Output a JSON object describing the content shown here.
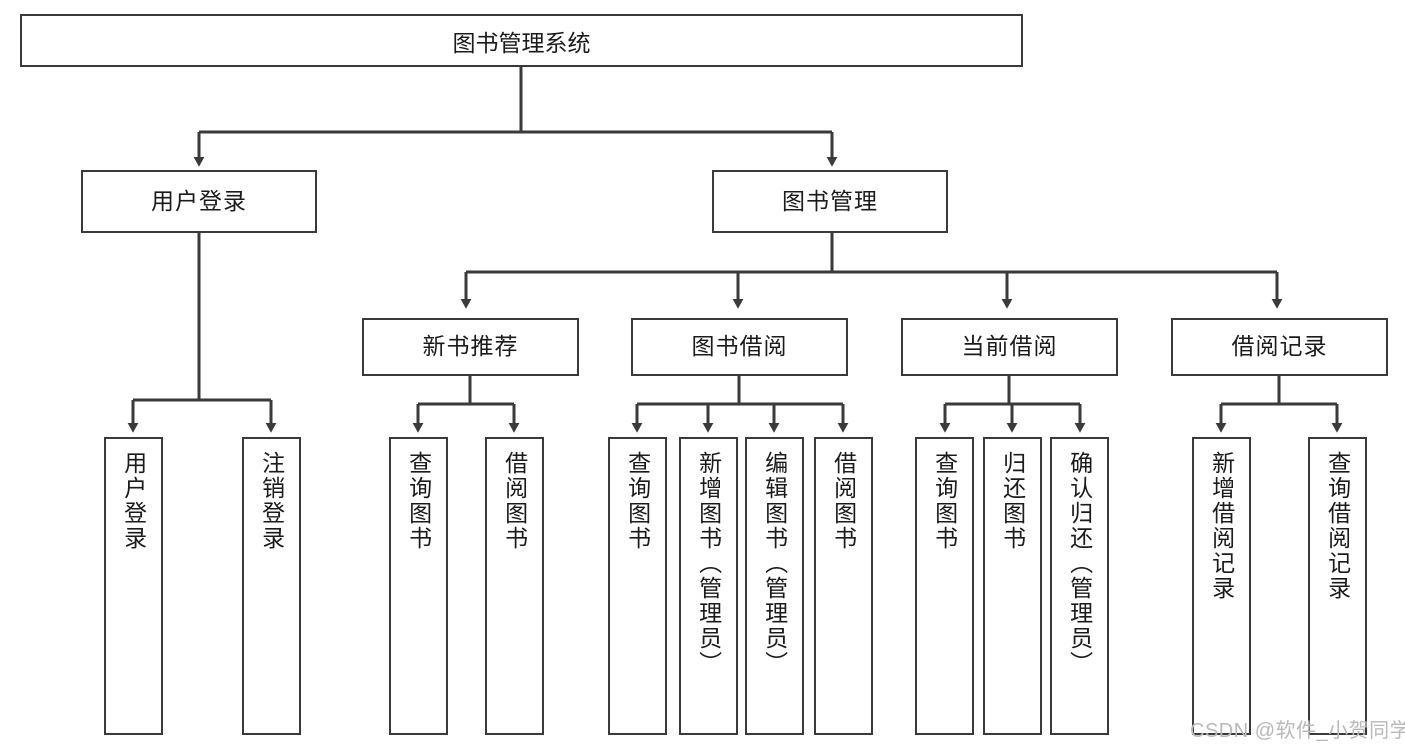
{
  "diagram": {
    "title": "图书管理系统",
    "type": "tree-hierarchy",
    "orientation": "top-down",
    "colors": {
      "box_border": "#3a3a3a",
      "box_fill": "#ffffff",
      "connector": "#3a3a3a",
      "text": "#1b1b1b",
      "watermark": "#b9b9b9",
      "background": "#ffffff"
    },
    "root": {
      "label": "图书管理系统"
    },
    "level2": [
      {
        "label": "用户登录"
      },
      {
        "label": "图书管理"
      }
    ],
    "level3": [
      {
        "label": "新书推荐"
      },
      {
        "label": "图书借阅"
      },
      {
        "label": "当前借阅"
      },
      {
        "label": "借阅记录"
      }
    ],
    "leaves": {
      "user_login": [
        {
          "label": "用户登录"
        },
        {
          "label": "注销登录"
        }
      ],
      "new_book_recommend": [
        {
          "label": "查询图书"
        },
        {
          "label": "借阅图书"
        }
      ],
      "book_borrow": [
        {
          "label": "查询图书"
        },
        {
          "label": "新增图书（管理员）"
        },
        {
          "label": "编辑图书（管理员）"
        },
        {
          "label": "借阅图书"
        }
      ],
      "current_borrow": [
        {
          "label": "查询图书"
        },
        {
          "label": "归还图书"
        },
        {
          "label": "确认归还（管理员）"
        }
      ],
      "borrow_record": [
        {
          "label": "新增借阅记录"
        },
        {
          "label": "查询借阅记录"
        }
      ]
    }
  },
  "watermark": {
    "text": "CSDN @软件_小贺同学"
  }
}
